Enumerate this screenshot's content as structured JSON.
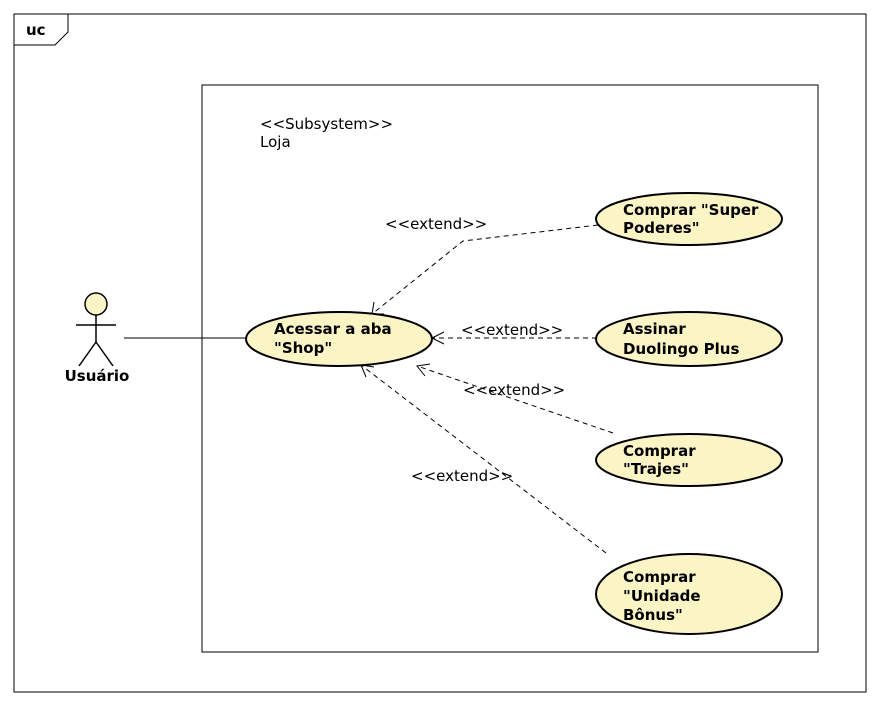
{
  "frame": {
    "tag": "uc"
  },
  "subsystem": {
    "stereotype": "<<Subsystem>>",
    "name": "Loja"
  },
  "actor": {
    "name": "Usuário"
  },
  "colors": {
    "usecase_fill": "#fbf5c6",
    "stroke": "#000000",
    "background": "#ffffff"
  },
  "use_cases": {
    "main": {
      "lines": [
        "Acessar a aba",
        "\"Shop\""
      ]
    },
    "super": {
      "lines": [
        "Comprar \"Super",
        "Poderes\""
      ]
    },
    "plus": {
      "lines": [
        "Assinar",
        "Duolingo Plus"
      ]
    },
    "trajes": {
      "lines": [
        "Comprar",
        "\"Trajes\""
      ]
    },
    "bonus": {
      "lines": [
        "Comprar",
        "\"Unidade",
        "Bônus\""
      ]
    }
  },
  "relations": {
    "extend_1": "<<extend>>",
    "extend_2": "<<extend>>",
    "extend_3": "<<extend>>",
    "extend_4": "<<extend>>"
  }
}
